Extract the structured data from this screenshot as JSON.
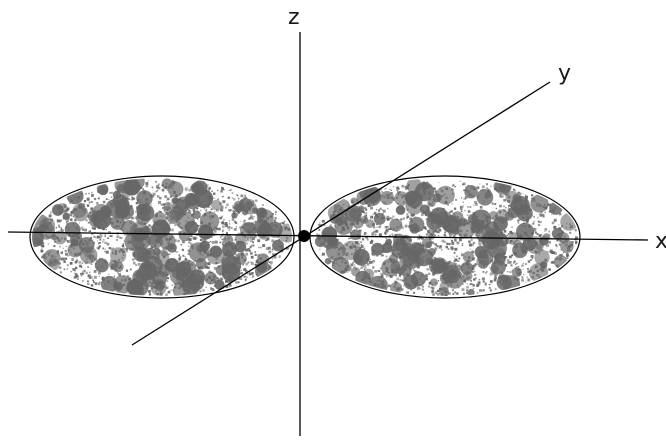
{
  "axes": {
    "z_label": "z",
    "y_label": "y",
    "x_label": "x"
  },
  "colors": {
    "line": "#000000",
    "density": "#666666",
    "background": "#ffffff"
  }
}
